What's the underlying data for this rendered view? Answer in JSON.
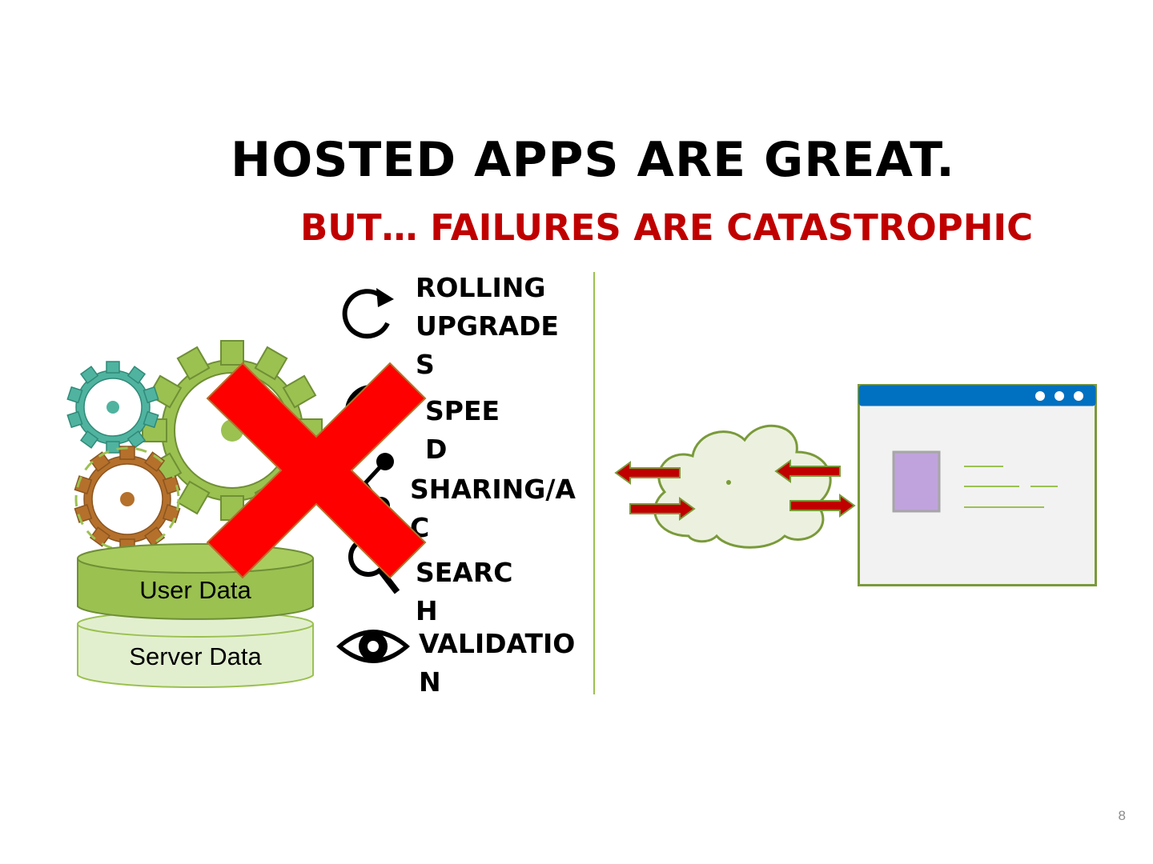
{
  "slide": {
    "title": "HOSTED APPS ARE GREAT.",
    "subtitle": "BUT… FAILURES ARE CATASTROPHIC",
    "slide_number": "8"
  },
  "features": [
    {
      "icon": "refresh-icon",
      "lines": [
        "ROLLING",
        "UPGRADE",
        "S"
      ]
    },
    {
      "icon": "speedometer-icon",
      "lines": [
        "SPEE",
        "D"
      ]
    },
    {
      "icon": "share-icon",
      "lines": [
        "SHARING/A",
        "C"
      ]
    },
    {
      "icon": "search-icon",
      "lines": [
        "SEARC",
        "H"
      ]
    },
    {
      "icon": "eye-icon",
      "lines": [
        "VALIDATIO",
        "N"
      ]
    }
  ],
  "databases": {
    "user_data": "User Data",
    "server_data": "Server Data"
  },
  "colors": {
    "title": "#000000",
    "subtitle": "#c00000",
    "divider": "#9bc151",
    "gear_green": "#9bc151",
    "gear_teal": "#4fb3a0",
    "gear_brown": "#b5702b",
    "user_db": "#9bc151",
    "server_db": "#e2efcf",
    "cross": "#ff0000",
    "arrow": "#c00000",
    "cloud": "#ebf1de",
    "window_bar": "#0070c0",
    "window_body": "#f2f2f2",
    "window_image": "#c0a3dd"
  }
}
